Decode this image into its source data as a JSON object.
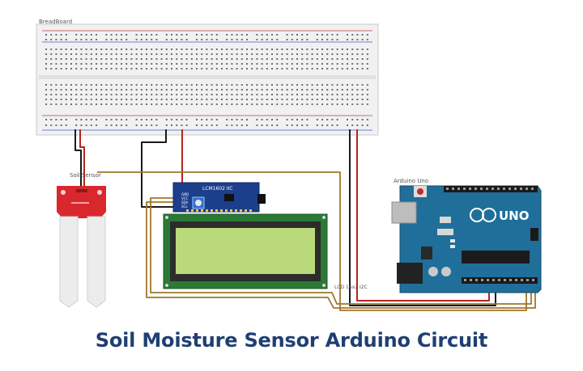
{
  "breadboard": {
    "label": "BreadBoard"
  },
  "sensor": {
    "label": "Soil Sensor"
  },
  "i2c_adapter": {
    "label": "LCM1602 IIC",
    "pins": [
      "GND",
      "VCC",
      "SDA",
      "SCL"
    ]
  },
  "lcd": {
    "label": "LCD 16x2 I2C"
  },
  "arduino": {
    "label": "Arduino Uno",
    "board_text": "UNO"
  },
  "caption": "Soil Moisture Sensor Arduino Circuit",
  "colors": {
    "caption": "#1f3f73",
    "arduino_board": "#1f6f9a",
    "lcd_screen": "#b9d97a",
    "sensor_board": "#d9272e",
    "wire_red": "#b3261e",
    "wire_black": "#1a1a1a",
    "wire_brown": "#a0762a"
  }
}
